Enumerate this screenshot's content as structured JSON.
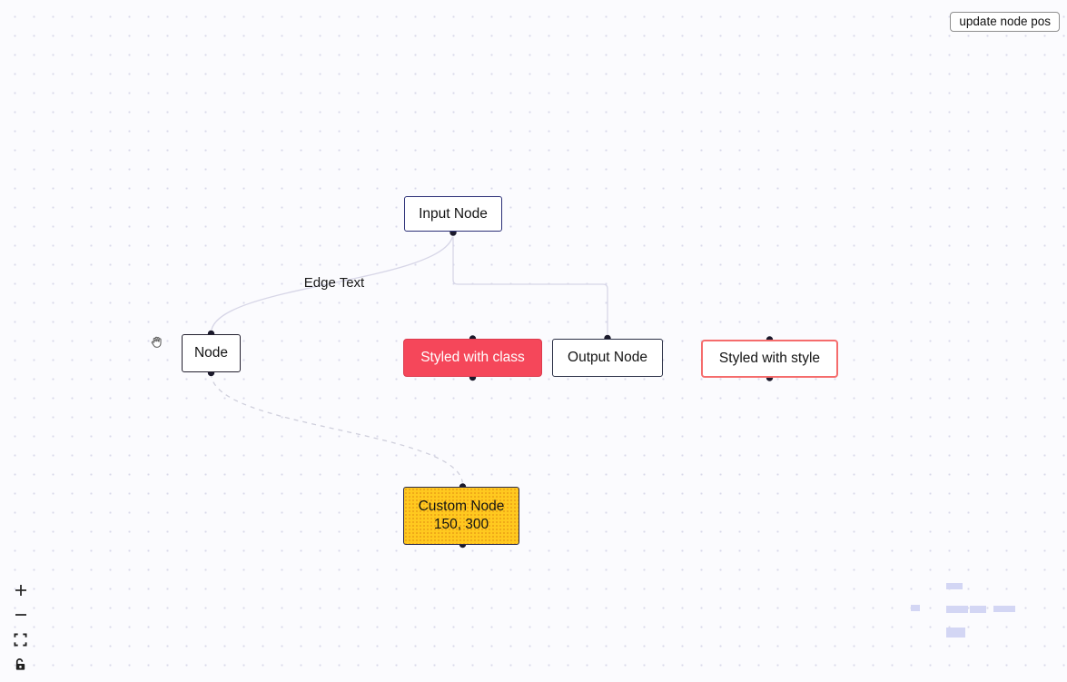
{
  "header": {
    "update_button_label": "update node pos"
  },
  "flow": {
    "nodes": [
      {
        "id": "input",
        "type": "input",
        "label": "Input Node"
      },
      {
        "id": "default",
        "type": "default",
        "label": "Node"
      },
      {
        "id": "styled-class",
        "type": "default",
        "label": "Styled with class"
      },
      {
        "id": "output",
        "type": "output",
        "label": "Output Node"
      },
      {
        "id": "styled-style",
        "type": "default",
        "label": "Styled with style"
      },
      {
        "id": "custom",
        "type": "custom",
        "label": "Custom Node",
        "sublabel": "150, 300"
      }
    ],
    "edges": [
      {
        "id": "input-node",
        "label": "Edge Text",
        "style": "bezier"
      },
      {
        "id": "input-output",
        "label": "",
        "style": "smoothstep"
      },
      {
        "id": "node-custom",
        "label": "",
        "style": "bezier-dashed"
      }
    ]
  },
  "controls": {
    "zoom_in": "zoom in",
    "zoom_out": "zoom out",
    "fit_view": "fit view",
    "interactivity": "toggle interactivity"
  },
  "colors": {
    "canvas_bg": "#fbfbfe",
    "grid_dot": "#d8d8ea",
    "edge": "#d7d6e7",
    "handle": "#1a192b",
    "input_node_border": "#2b2f77",
    "output_node_border": "#2a2f45",
    "class_node_bg": "#f5475a",
    "style_node_border": "#f56c6c",
    "custom_node_bg": "#ffc91f",
    "minimap_node": "#d3d6f4"
  }
}
